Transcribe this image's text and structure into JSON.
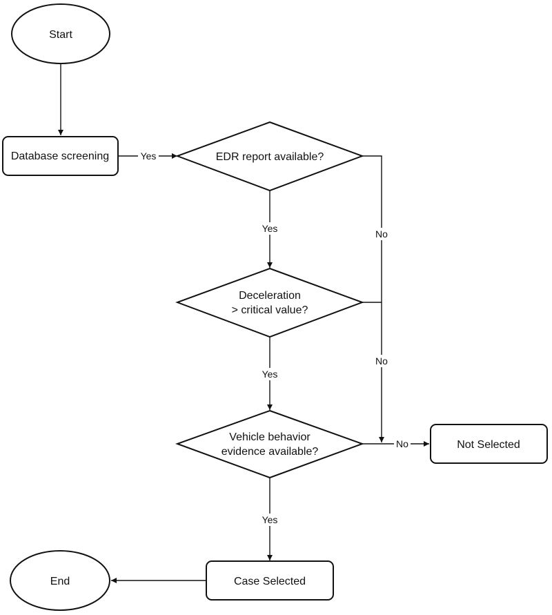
{
  "nodes": {
    "start": "Start",
    "database_screening": "Database screening",
    "edr_report": "EDR report available?",
    "deceleration_line1": "Deceleration",
    "deceleration_line2": "> critical value?",
    "vehicle_behavior_line1": "Vehicle behavior",
    "vehicle_behavior_line2": "evidence available?",
    "not_selected": "Not Selected",
    "case_selected": "Case Selected",
    "end": "End"
  },
  "edges": {
    "db_to_edr": "Yes",
    "edr_to_decel": "Yes",
    "edr_to_notselected": "No",
    "decel_to_vehicle": "Yes",
    "decel_to_notselected": "No",
    "vehicle_to_case": "Yes",
    "vehicle_to_notselected": "No"
  }
}
